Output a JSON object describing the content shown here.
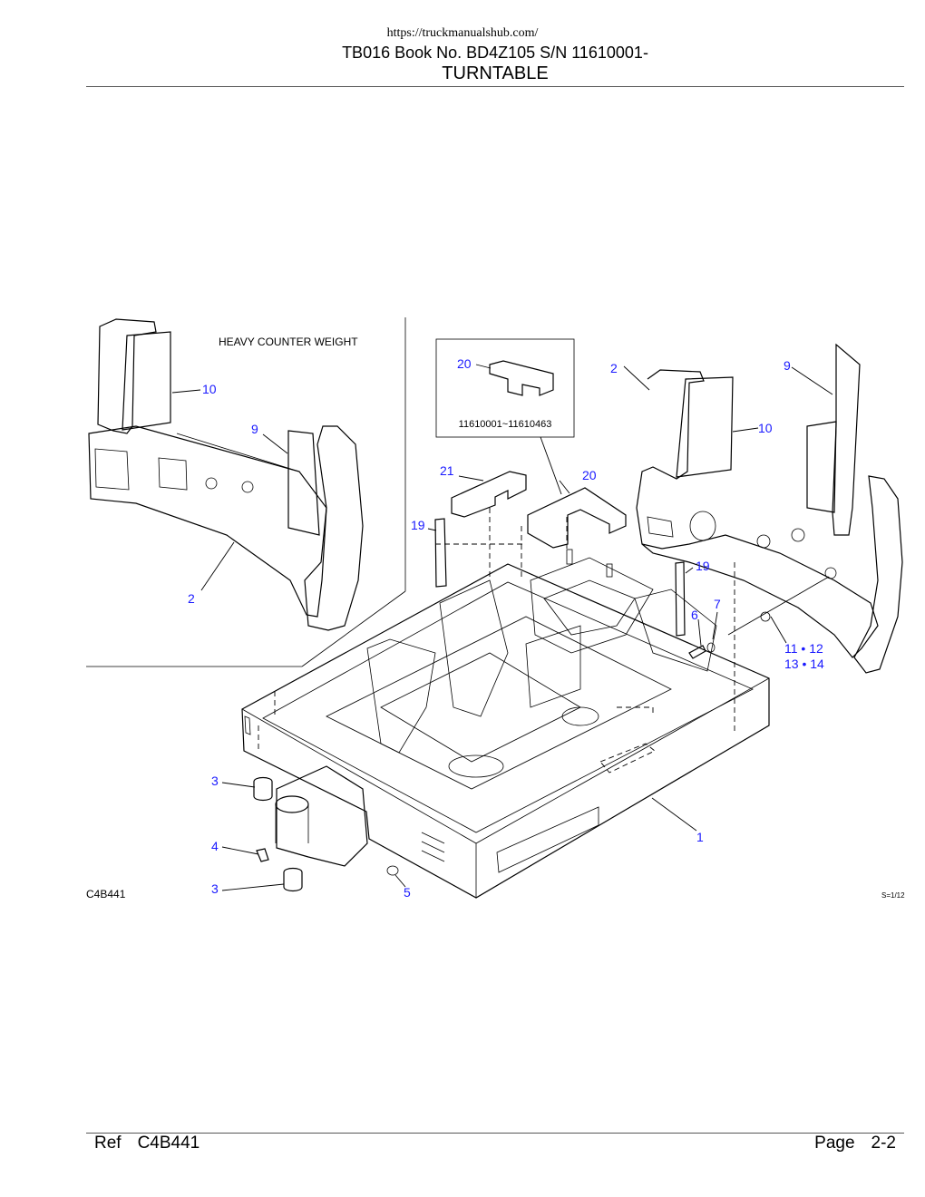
{
  "header": {
    "url": "https://truckmanualshub.com/",
    "book_line": "TB016  Book No. BD4Z105  S/N 11610001-",
    "section_title": "TURNTABLE"
  },
  "figure": {
    "inset_title": "HEAVY COUNTER WEIGHT",
    "serial_range": "11610001~11610463",
    "figure_code": "C4B441",
    "scale": "S=1/12",
    "callouts": {
      "c1": "1",
      "c2a": "2",
      "c2b": "2",
      "c3a": "3",
      "c3b": "3",
      "c4": "4",
      "c5": "5",
      "c6": "6",
      "c7": "7",
      "c9a": "9",
      "c9b": "9",
      "c10a": "10",
      "c10b": "10",
      "c11_12": "11 • 12",
      "c13_14": "13 • 14",
      "c19a": "19",
      "c19b": "19",
      "c20a": "20",
      "c20b": "20",
      "c21": "21"
    }
  },
  "footer": {
    "ref_label": "Ref",
    "ref_value": "C4B441",
    "page_label": "Page",
    "page_value": "2-2"
  }
}
